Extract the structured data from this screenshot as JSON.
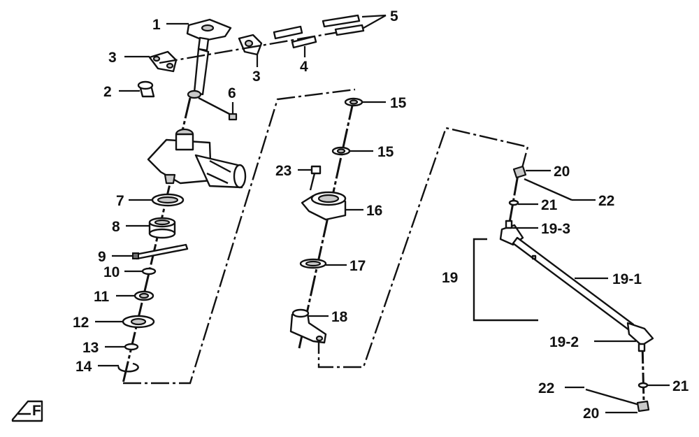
{
  "colors": {
    "ink": "#111111",
    "shade": "#c9c9c9",
    "background": "#ffffff"
  },
  "callouts": {
    "c1": "1",
    "c2": "2",
    "c3a": "3",
    "c3b": "3",
    "c4": "4",
    "c5": "5",
    "c6": "6",
    "c7": "7",
    "c8": "8",
    "c9": "9",
    "c10": "10",
    "c11": "11",
    "c12": "12",
    "c13": "13",
    "c14": "14",
    "c15a": "15",
    "c15b": "15",
    "c16": "16",
    "c17": "17",
    "c18": "18",
    "c19": "19",
    "c19_1": "19-1",
    "c19_2": "19-2",
    "c19_3": "19-3",
    "c20a": "20",
    "c20b": "20",
    "c21a": "21",
    "c21b": "21",
    "c22a": "22",
    "c22b": "22",
    "c23": "23"
  },
  "icons": {
    "front_indicator": "front-direction-icon",
    "front_letter": "F"
  }
}
